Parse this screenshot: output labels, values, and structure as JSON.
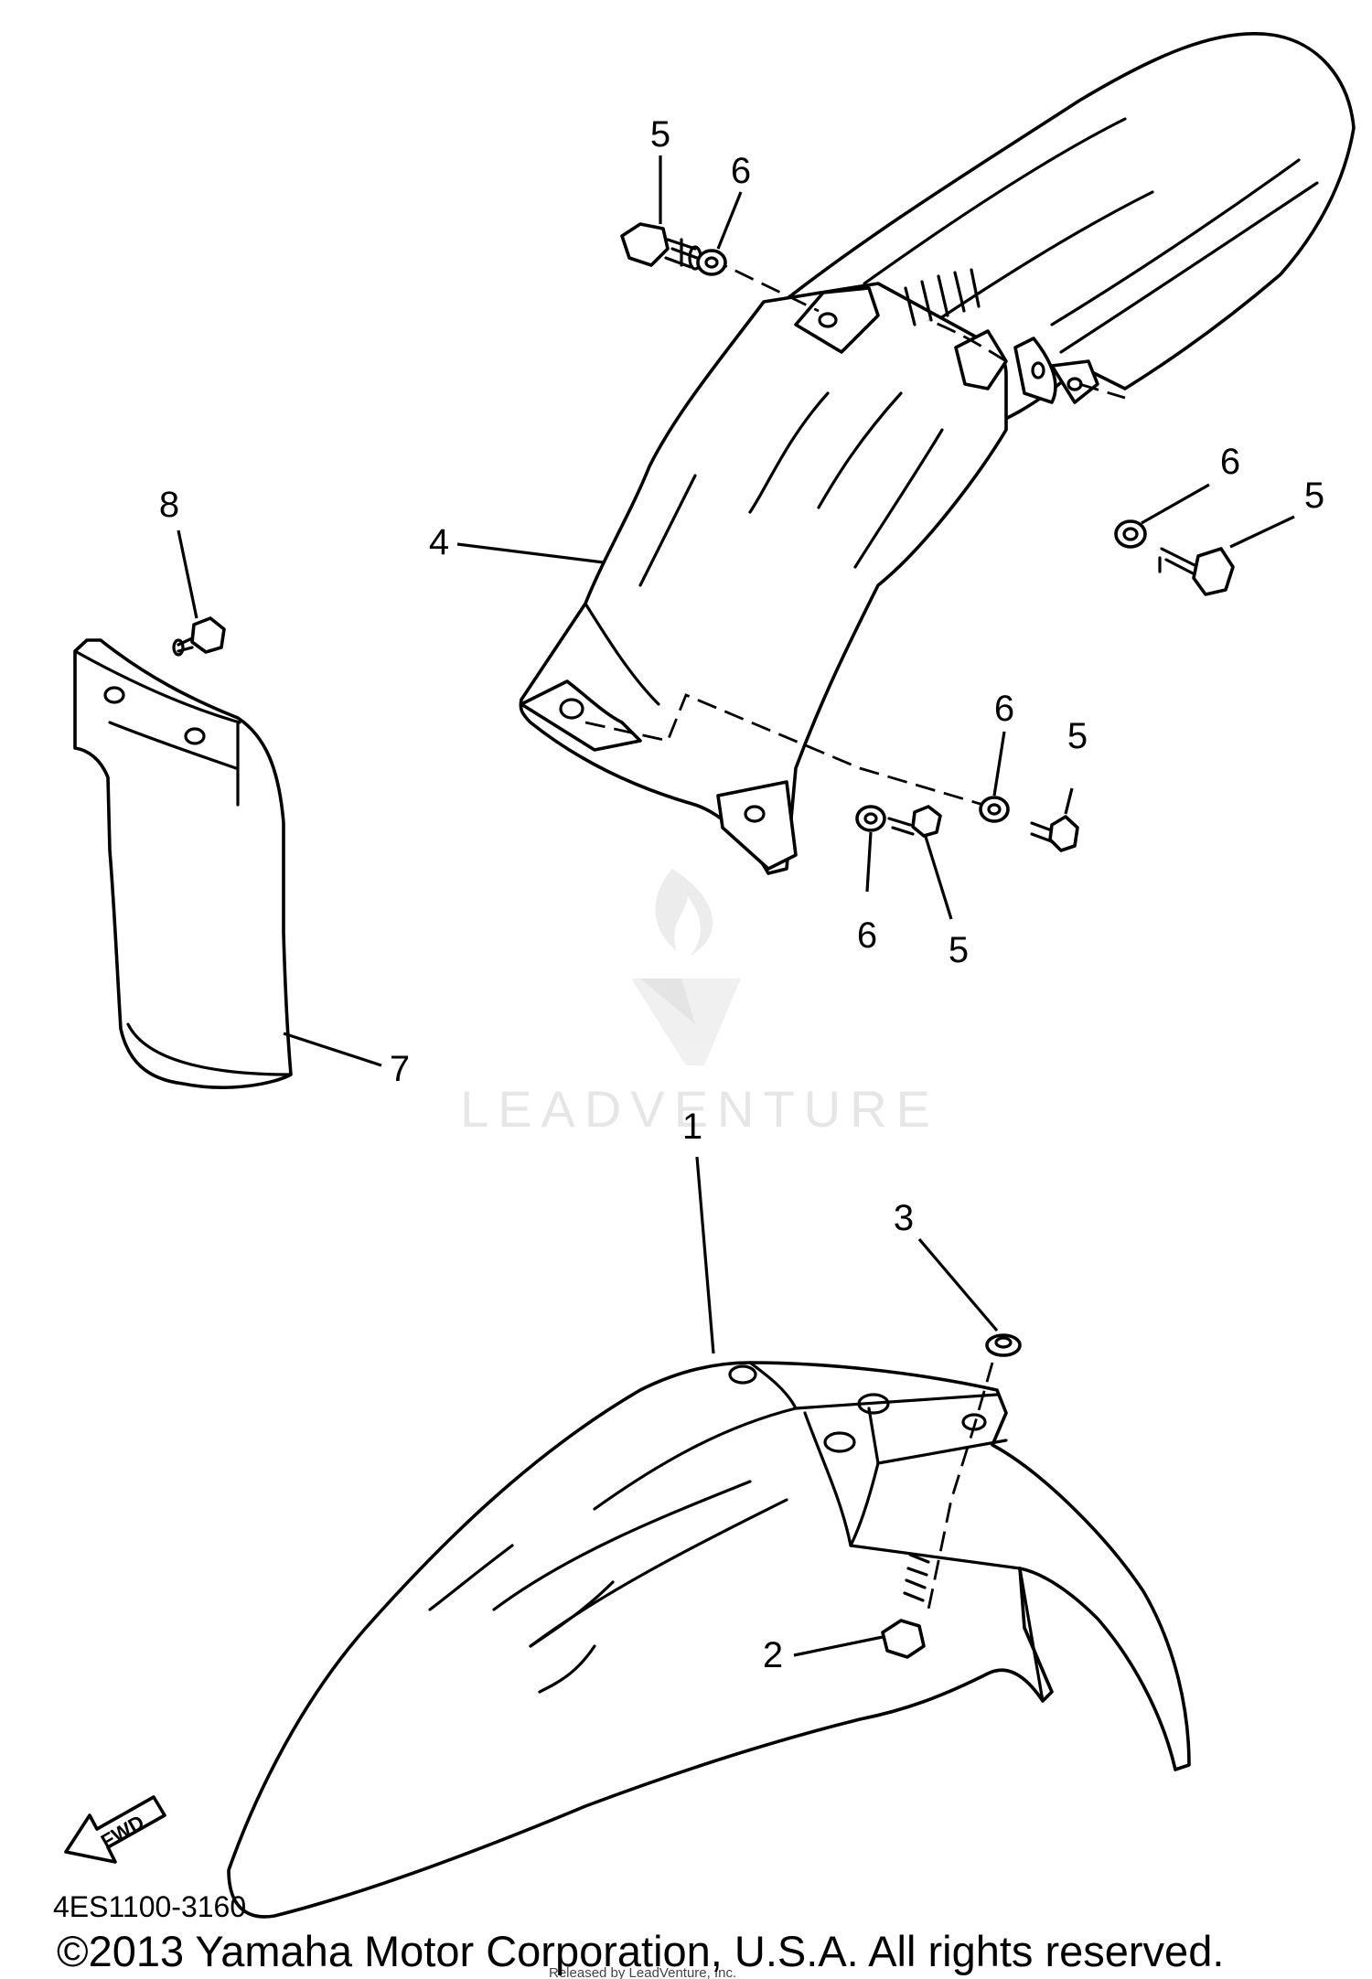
{
  "diagram": {
    "part_numbers": {
      "p1": "1",
      "p2": "2",
      "p3": "3",
      "p4": "4",
      "p5": "5",
      "p6": "6",
      "p7": "7",
      "p8": "8"
    },
    "fwd_arrow_label": "FWD",
    "drawing_code": "4ES1100-3160",
    "watermark": "LEADVENTURE",
    "faint_credit": "Released by LeadVenture, Inc.",
    "copyright": "©2013 Yamaha Motor Corporation, U.S.A. All rights reserved."
  }
}
